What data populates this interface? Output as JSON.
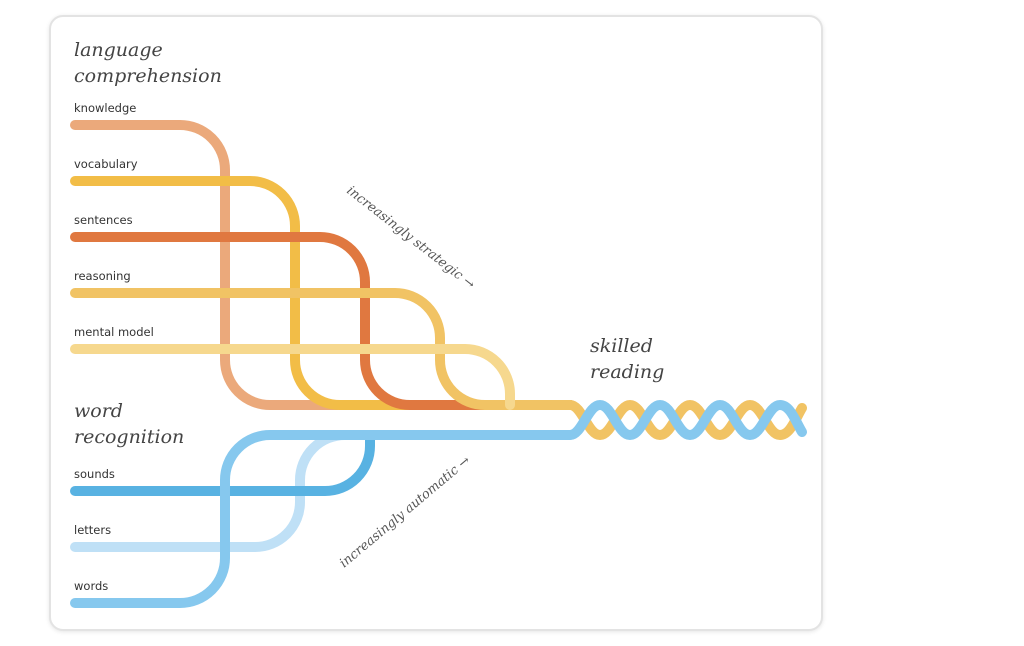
{
  "headings": {
    "language": [
      "language",
      "comprehension"
    ],
    "word": [
      "word",
      "recognition"
    ],
    "skilled": [
      "skilled",
      "reading"
    ]
  },
  "strands": {
    "knowledge": {
      "label": "knowledge",
      "color": "#eba97b"
    },
    "vocabulary": {
      "label": "vocabulary",
      "color": "#f2bd47"
    },
    "sentences": {
      "label": "sentences",
      "color": "#e07840"
    },
    "reasoning": {
      "label": "reasoning",
      "color": "#f1c364"
    },
    "mental_model": {
      "label": "mental model",
      "color": "#f6d88e"
    },
    "sounds": {
      "label": "sounds",
      "color": "#58b2e2"
    },
    "letters": {
      "label": "letters",
      "color": "#bfe0f6"
    },
    "words": {
      "label": "words",
      "color": "#86c8ee"
    }
  },
  "annotations": {
    "strategic": "increasingly strategic →",
    "automatic": "increasingly automatic →"
  },
  "braid_colors": {
    "language": "#f1c364",
    "word": "#86c8ee"
  }
}
